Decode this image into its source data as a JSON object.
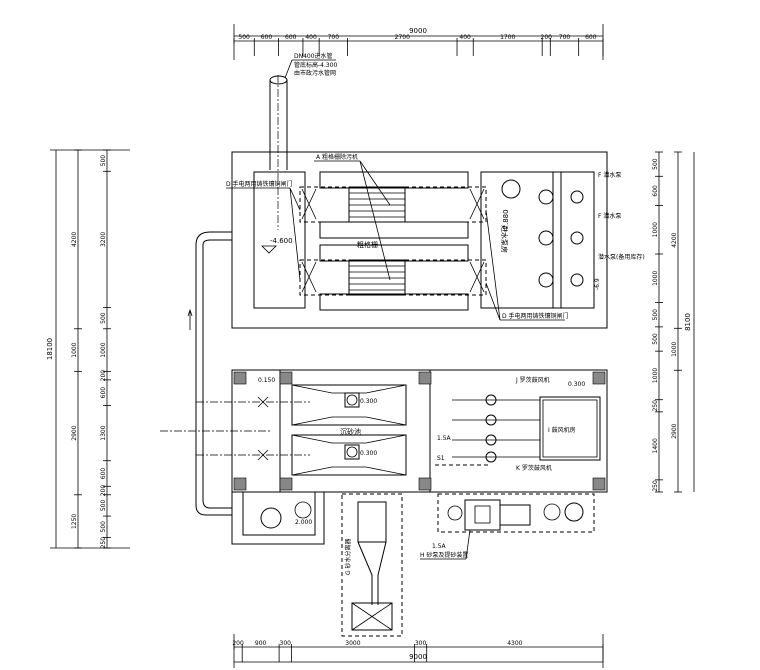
{
  "dims": {
    "top_total": "9000",
    "top_parts": [
      "500",
      "600",
      "600",
      "400",
      "700",
      "2700",
      "400",
      "1700",
      "200",
      "700",
      "600"
    ],
    "bottom_total": "9000",
    "bottom_parts": [
      "200",
      "900",
      "300",
      "3000",
      "300",
      "4300"
    ],
    "left_total": "18100",
    "left_mid": [
      "4200",
      "1000",
      "2900",
      "1250"
    ],
    "left_inner": [
      "500",
      "3200",
      "500",
      "1000",
      "200",
      "600",
      "1300",
      "600",
      "200",
      "500",
      "500",
      "250"
    ],
    "right_total": "8100",
    "right_mid": [
      "4200",
      "1000",
      "2900"
    ],
    "right_inner": [
      "500",
      "600",
      "1000",
      "1000",
      "500",
      "500",
      "1000",
      "250",
      "1400",
      "250"
    ]
  },
  "labels": {
    "inlet_pipe": "DN400进水管",
    "inlet_elev": "管底标高-4.300",
    "inlet_src": "由市政污水管网",
    "screen_a": "A 粗格栅除污机",
    "gate_d_left": "D 手电两用铸铁镶铜闸门",
    "gate_d_right": "D 手电两用铸铁镶铜闸门",
    "coarse_screen": "粗格栅",
    "pump_room": "进水泵房",
    "pump_f1": "F 潜水泵",
    "pump_f2": "F 潜水泵",
    "pump_note": "潜水泵(备用库存)",
    "elev_left": "-4.600",
    "elev_pump": "-7.880",
    "elev_pump2": "-6.9",
    "elev_grit": "0.150",
    "elev_grit1": "0.300",
    "elev_grit2": "0.300",
    "grit_chamber": "沉砂池",
    "blower_j": "J 罗茨鼓风机",
    "blower_k": "K 罗茨鼓风机",
    "blower_room": "I 鼓风机房",
    "elev_blower": "0.300",
    "separator_g": "G 砂水分离器",
    "pump_h": "H 砂泵及提砂装置",
    "elev_pit": "2.000",
    "pipe_mark1": "1.5A",
    "pipe_mark2": "1.5A",
    "pipe_mark3": "S1"
  }
}
